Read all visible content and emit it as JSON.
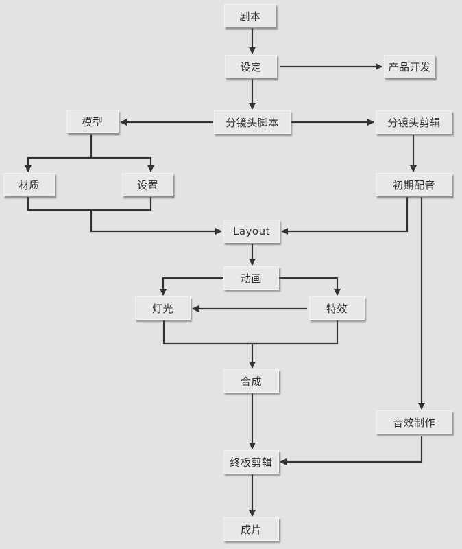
{
  "diagram": {
    "type": "flowchart",
    "nodes": {
      "script": "剧本",
      "setting": "设定",
      "product_dev": "产品开发",
      "model": "模型",
      "storyboard_script": "分镜头脚本",
      "storyboard_edit": "分镜头剪辑",
      "material": "材质",
      "rigging": "设置",
      "early_dubbing": "初期配音",
      "layout": "Layout",
      "animation": "动画",
      "lighting": "灯光",
      "effects": "特效",
      "compositing": "合成",
      "sound_effects": "音效制作",
      "final_edit": "终板剪辑",
      "final_film": "成片"
    },
    "edges": [
      [
        "剧本",
        "设定"
      ],
      [
        "设定",
        "产品开发"
      ],
      [
        "设定",
        "分镜头脚本"
      ],
      [
        "分镜头脚本",
        "模型"
      ],
      [
        "分镜头脚本",
        "分镜头剪辑"
      ],
      [
        "模型",
        "材质"
      ],
      [
        "模型",
        "设置"
      ],
      [
        "分镜头剪辑",
        "初期配音"
      ],
      [
        "材质",
        "Layout"
      ],
      [
        "设置",
        "Layout"
      ],
      [
        "初期配音",
        "Layout"
      ],
      [
        "初期配音",
        "音效制作"
      ],
      [
        "Layout",
        "动画"
      ],
      [
        "动画",
        "灯光"
      ],
      [
        "动画",
        "特效"
      ],
      [
        "特效",
        "灯光"
      ],
      [
        "灯光",
        "合成"
      ],
      [
        "特效",
        "合成"
      ],
      [
        "合成",
        "终板剪辑"
      ],
      [
        "音效制作",
        "终板剪辑"
      ],
      [
        "终板剪辑",
        "成片"
      ]
    ]
  }
}
